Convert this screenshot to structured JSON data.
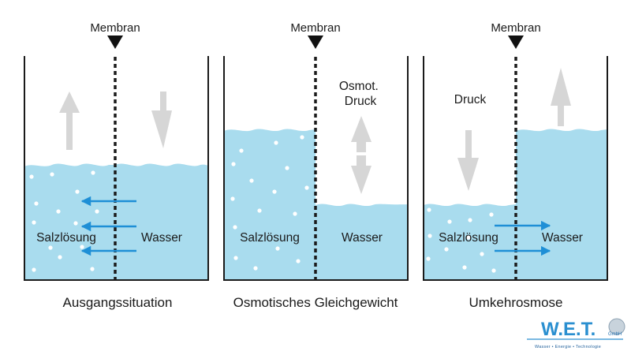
{
  "panels": [
    {
      "membrane_label": "Membran",
      "left_label": "Salzlösung",
      "right_label": "Wasser",
      "caption": "Ausgangssituation",
      "pressure_label": ""
    },
    {
      "membrane_label": "Membran",
      "left_label": "Salzlösung",
      "right_label": "Wasser",
      "caption": "Osmotisches Gleichgewicht",
      "pressure_label_line1": "Osmot.",
      "pressure_label_line2": "Druck"
    },
    {
      "membrane_label": "Membran",
      "left_label": "Salzlösung",
      "right_label": "Wasser",
      "caption": "Umkehrosmose",
      "pressure_label": "Druck"
    }
  ],
  "logo": {
    "name": "W.E.T.",
    "suffix": "GmbH",
    "tagline": "Wasser • Energie • Technologie"
  },
  "colors": {
    "water": "#a9dcee",
    "arrow_blue": "#1e8fd6",
    "arrow_gray": "#d6d6d6",
    "outline": "#1a1a1a"
  }
}
